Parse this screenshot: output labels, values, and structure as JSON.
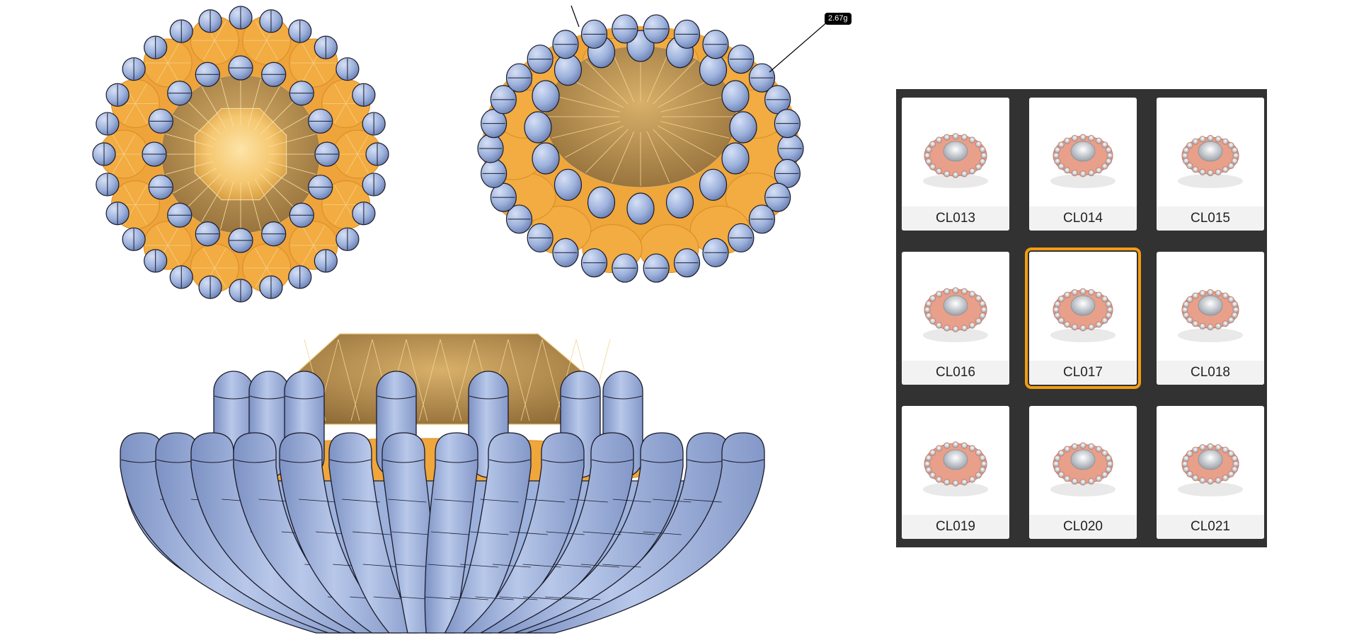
{
  "viewport": {
    "weight_label": "2.67g",
    "views": [
      "top-view",
      "perspective-view",
      "front-view"
    ],
    "colors": {
      "stone": "#f2a93b",
      "prong": "#9cb1dc",
      "edge": "#1a1a2a"
    }
  },
  "library": {
    "selected": "CL017",
    "items": [
      {
        "id": "CL013",
        "label": "CL013"
      },
      {
        "id": "CL014",
        "label": "CL014"
      },
      {
        "id": "CL015",
        "label": "CL015"
      },
      {
        "id": "CL016",
        "label": "CL016"
      },
      {
        "id": "CL017",
        "label": "CL017"
      },
      {
        "id": "CL018",
        "label": "CL018"
      },
      {
        "id": "CL019",
        "label": "CL019"
      },
      {
        "id": "CL020",
        "label": "CL020"
      },
      {
        "id": "CL021",
        "label": "CL021"
      }
    ],
    "colors": {
      "background": "#323232",
      "selected_outline": "#f39c12",
      "metal": "#e8a08a"
    }
  }
}
